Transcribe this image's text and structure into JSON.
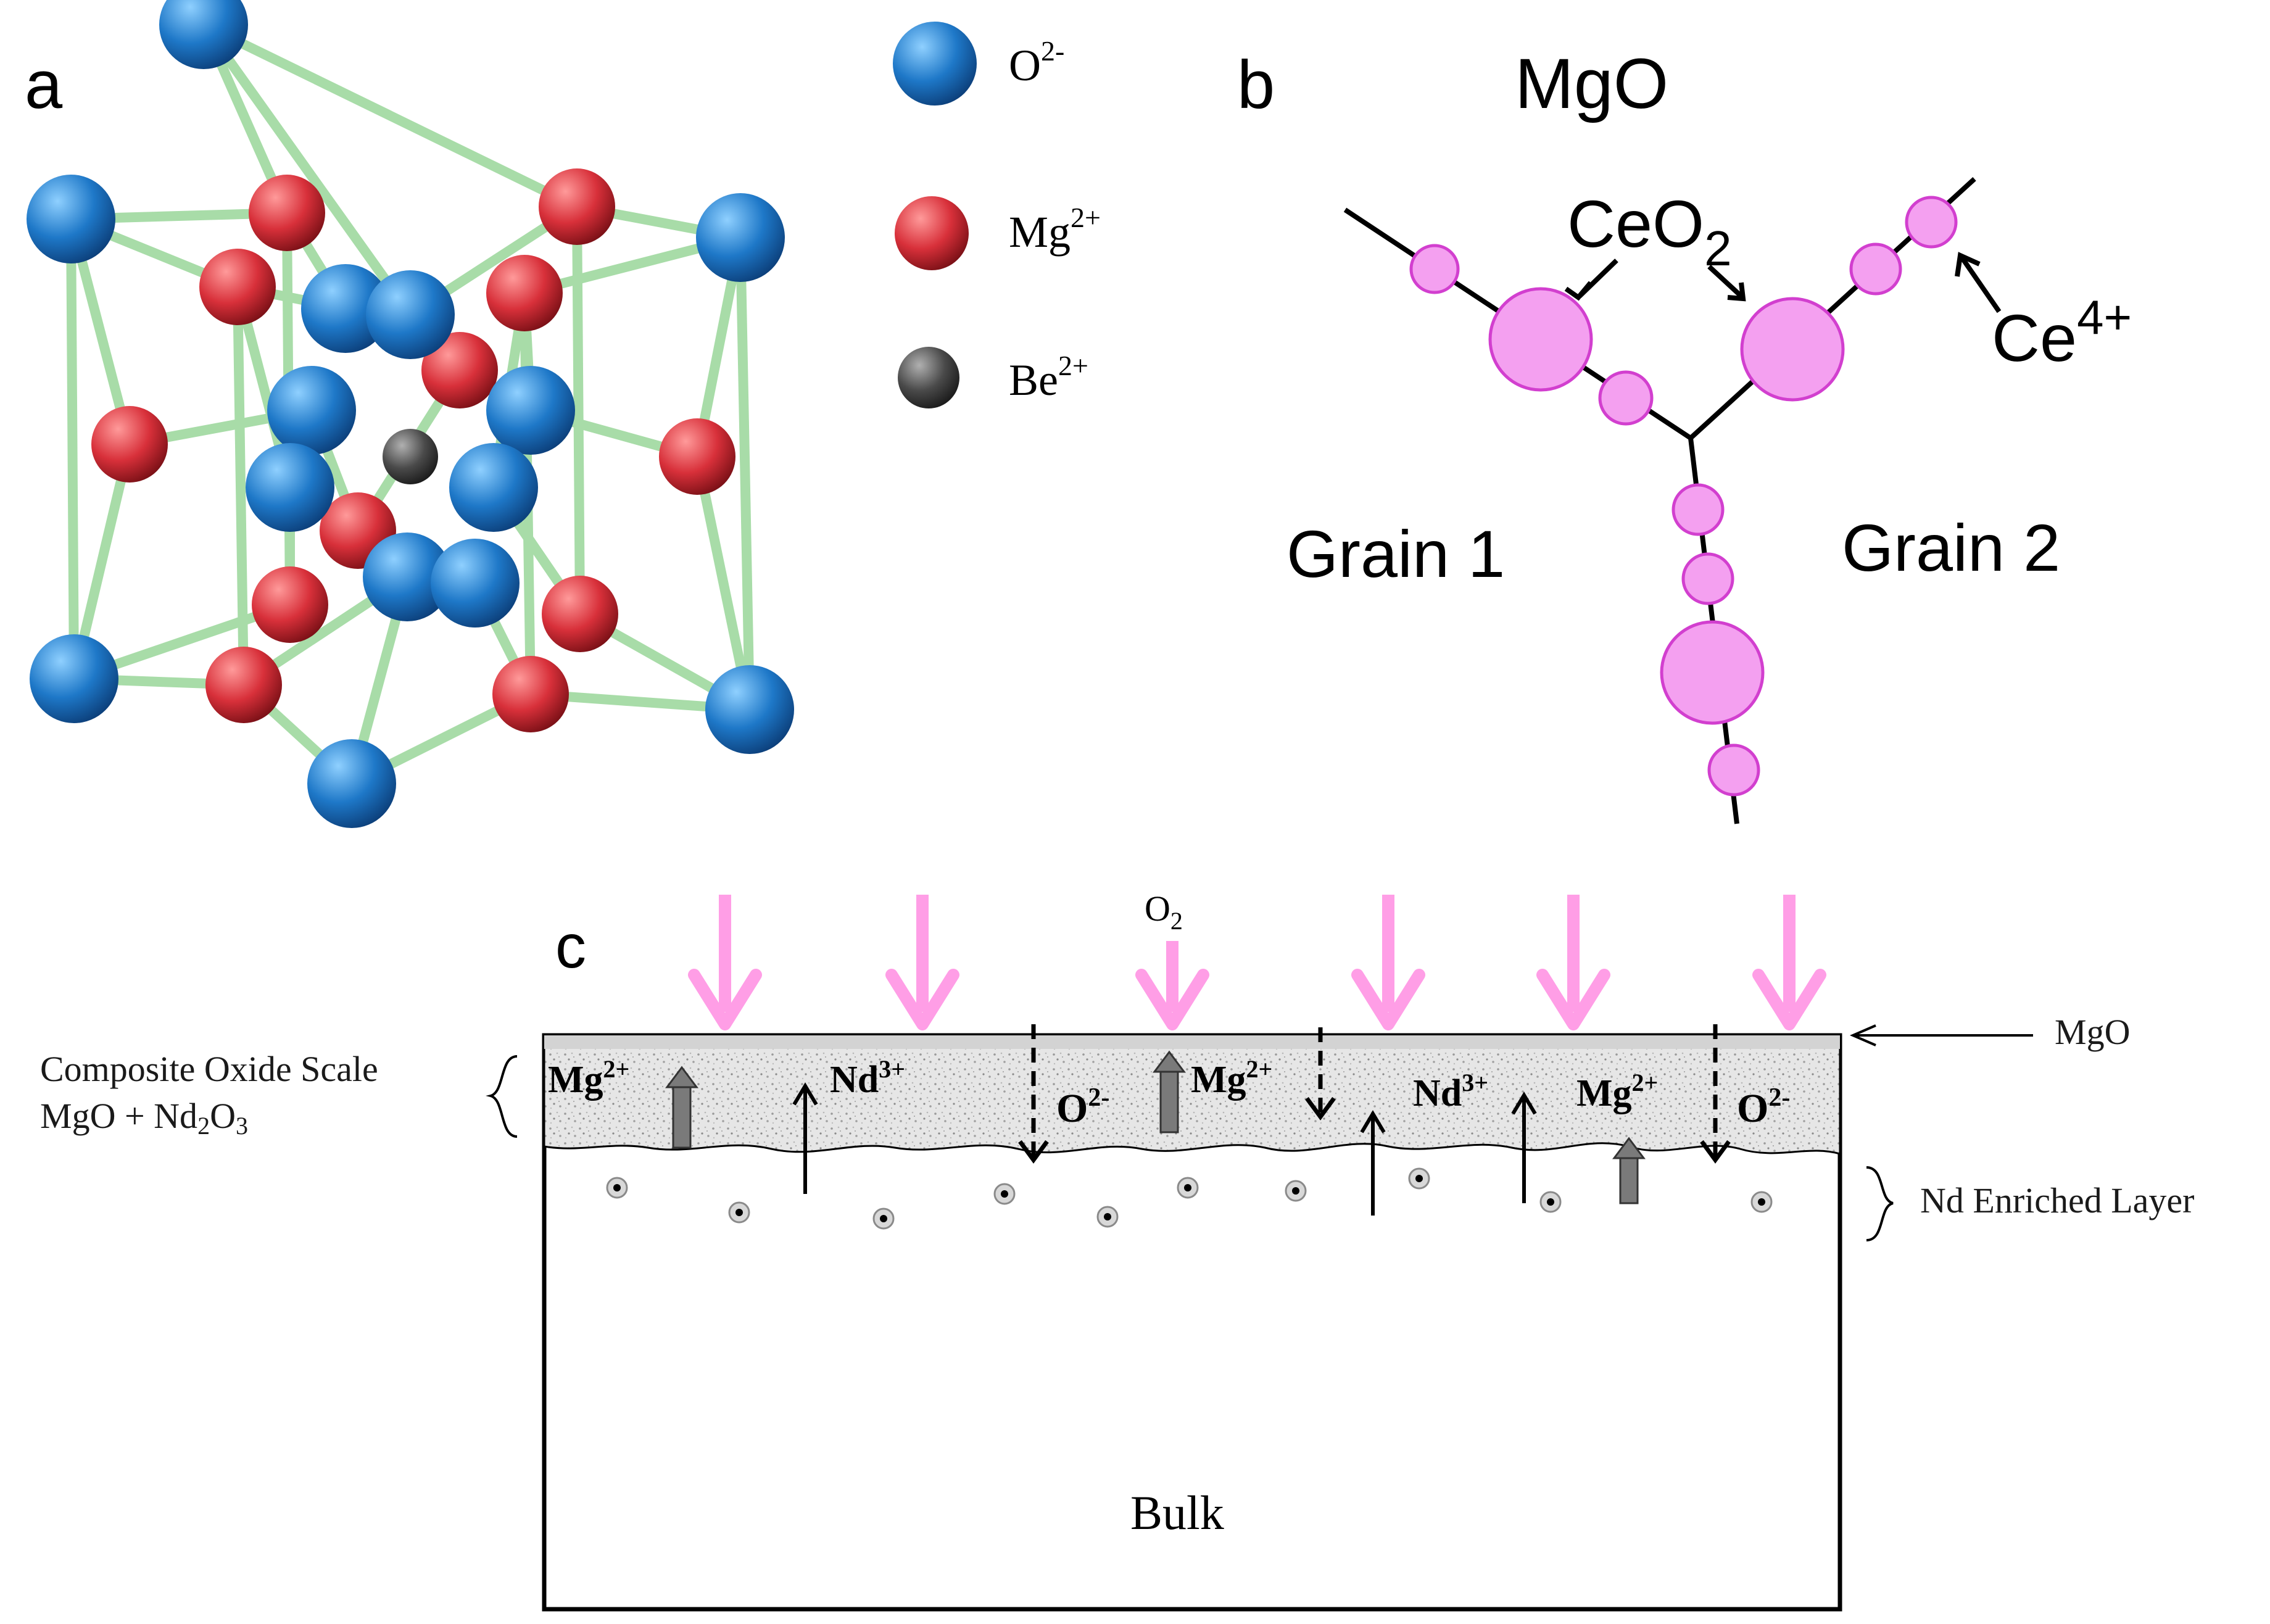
{
  "colors": {
    "oxygen": "#1e78c8",
    "magnesium": "#d8303a",
    "beryllium": "#4a4a4a",
    "bond": "#a8dca8",
    "ceria": "#f4a0f0",
    "ceria_stroke": "#d23fcf",
    "o2_arrow": "#ff9ee6",
    "scale_fill": "#e4e4e4"
  },
  "panel_a": {
    "label": "a",
    "legend": [
      {
        "ion": "O",
        "charge": "2-",
        "color_key": "oxygen",
        "icon": "sphere-icon"
      },
      {
        "ion": "Mg",
        "charge": "2+",
        "color_key": "magnesium",
        "icon": "sphere-icon"
      },
      {
        "ion": "Be",
        "charge": "2+",
        "color_key": "beryllium",
        "icon": "sphere-icon"
      }
    ]
  },
  "panel_b": {
    "label": "b",
    "title": "MgO",
    "ceo2_base": "CeO",
    "ceo2_sub": "2",
    "ce_base": "Ce",
    "ce_sup": "4+",
    "grain1": "Grain 1",
    "grain2": "Grain 2"
  },
  "panel_c": {
    "label": "c",
    "o2_base": "O",
    "o2_sub": "2",
    "mgo_label": "MgO",
    "scale_line1": "Composite Oxide Scale",
    "scale_line2_a": "MgO + Nd",
    "scale_line2_sub1": "2",
    "scale_line2_b": "O",
    "scale_line2_sub2": "3",
    "nd_layer": "Nd Enriched Layer",
    "bulk": "Bulk",
    "ions": [
      {
        "base": "Mg",
        "sup": "2+"
      },
      {
        "base": "Nd",
        "sup": "3+"
      },
      {
        "base": "O",
        "sup": "2-"
      },
      {
        "base": "Mg",
        "sup": "2+"
      },
      {
        "base": "Nd",
        "sup": "3+"
      },
      {
        "base": "Mg",
        "sup": "2+"
      },
      {
        "base": "O",
        "sup": "2-"
      }
    ]
  }
}
